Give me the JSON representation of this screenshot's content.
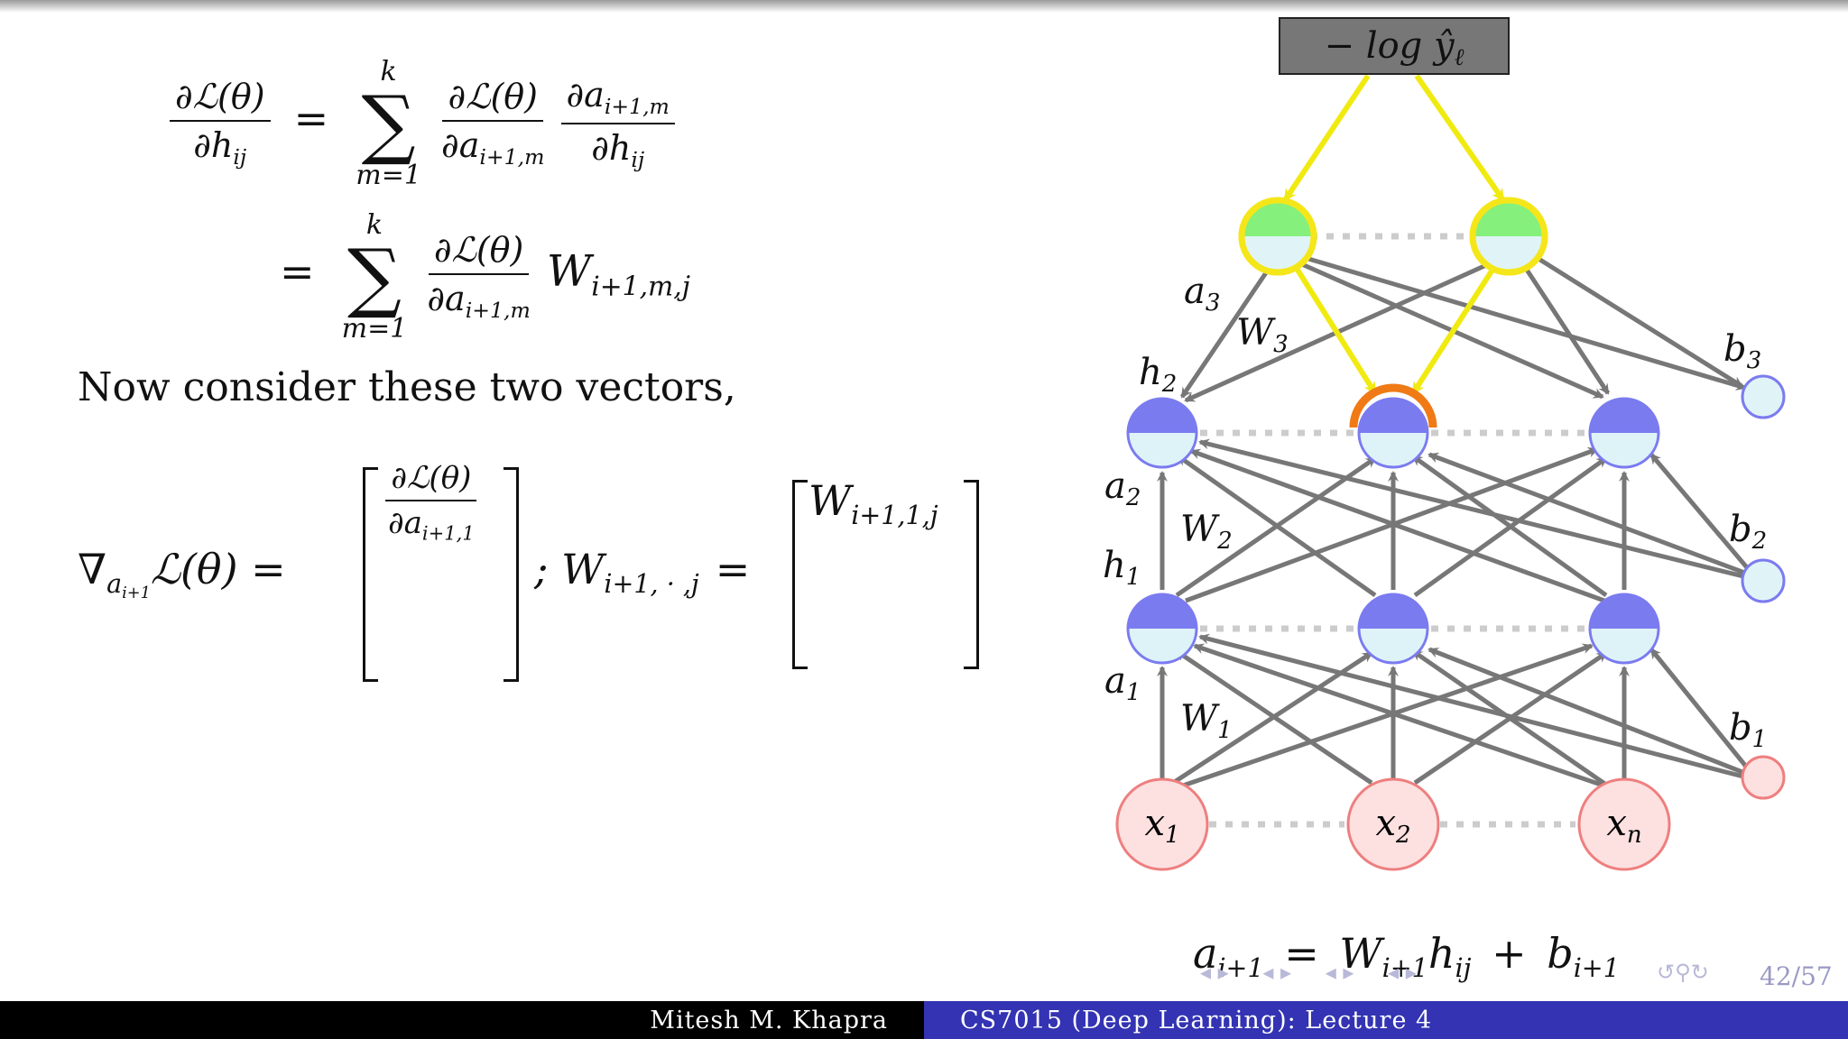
{
  "equations": {
    "line1": {
      "lhs_num": "∂ℒ(θ)",
      "lhs_den": "∂h",
      "lhs_den_sub": "ij",
      "eq": "=",
      "sum_top": "k",
      "sum_bottom": "m=1",
      "t1_num": "∂ℒ(θ)",
      "t1_den": "∂a",
      "t1_den_sub": "i+1,m",
      "t2_num": "∂a",
      "t2_num_sub": "i+1,m",
      "t2_den": "∂h",
      "t2_den_sub": "ij"
    },
    "line2": {
      "eq": "=",
      "sum_top": "k",
      "sum_bottom": "m=1",
      "t1_num": "∂ℒ(θ)",
      "t1_den": "∂a",
      "t1_den_sub": "i+1,m",
      "w": "W",
      "w_sub": "i+1,m,j"
    }
  },
  "body_text": "Now consider these two vectors,",
  "vectors": {
    "grad_lhs": "∇",
    "grad_lhs_sub": "a",
    "grad_lhs_subsub": "i+1",
    "grad_loss": "ℒ(θ) =",
    "grad_entry_num": "∂ℒ(θ)",
    "grad_entry_den": "∂a",
    "grad_entry_den_sub": "i+1,1",
    "sep": "; W",
    "w_lhs_sub": "i+1, · ,j",
    "w_eq": "=",
    "w_entry": "W",
    "w_entry_sub": "i+1,1,j"
  },
  "diagram": {
    "loss_label": "− log ŷ",
    "loss_label_sub": "ℓ",
    "layer_labels": [
      "a",
      "W",
      "h",
      "a",
      "W",
      "h",
      "a",
      "W"
    ],
    "labels": {
      "a3": "a3",
      "W3": "W3",
      "h2": "h2",
      "a2": "a2",
      "W2": "W2",
      "h1": "h1",
      "a1": "a1",
      "W1": "W1",
      "b3": "b3",
      "b2": "b2",
      "b1": "b1"
    },
    "inputs": [
      "x1",
      "x2",
      "xn"
    ],
    "bottom_equation": "a",
    "colors": {
      "hidden_top": "#7b7bf0",
      "hidden_bottom": "#def3f8",
      "output_top": "#85f07c",
      "output_border": "#f5e61a",
      "input_fill": "#fde0e0",
      "input_border": "#ee7f7f",
      "edge": "#777777",
      "highlight_edge": "#f0ea10",
      "selected_node_arc": "#f07a16",
      "loss_box": "#777777"
    }
  },
  "bottom_eq": {
    "a": "a",
    "a_sub": "i+1",
    "eq": "=",
    "w": "W",
    "w_sub": "i+1",
    "h": "h",
    "h_sub": "ij",
    "plus": "+",
    "b": "b",
    "b_sub": "i+1"
  },
  "footer": {
    "author": "Mitesh M. Khapra",
    "course": "CS7015 (Deep Learning): Lecture 4",
    "page": "42/57"
  }
}
